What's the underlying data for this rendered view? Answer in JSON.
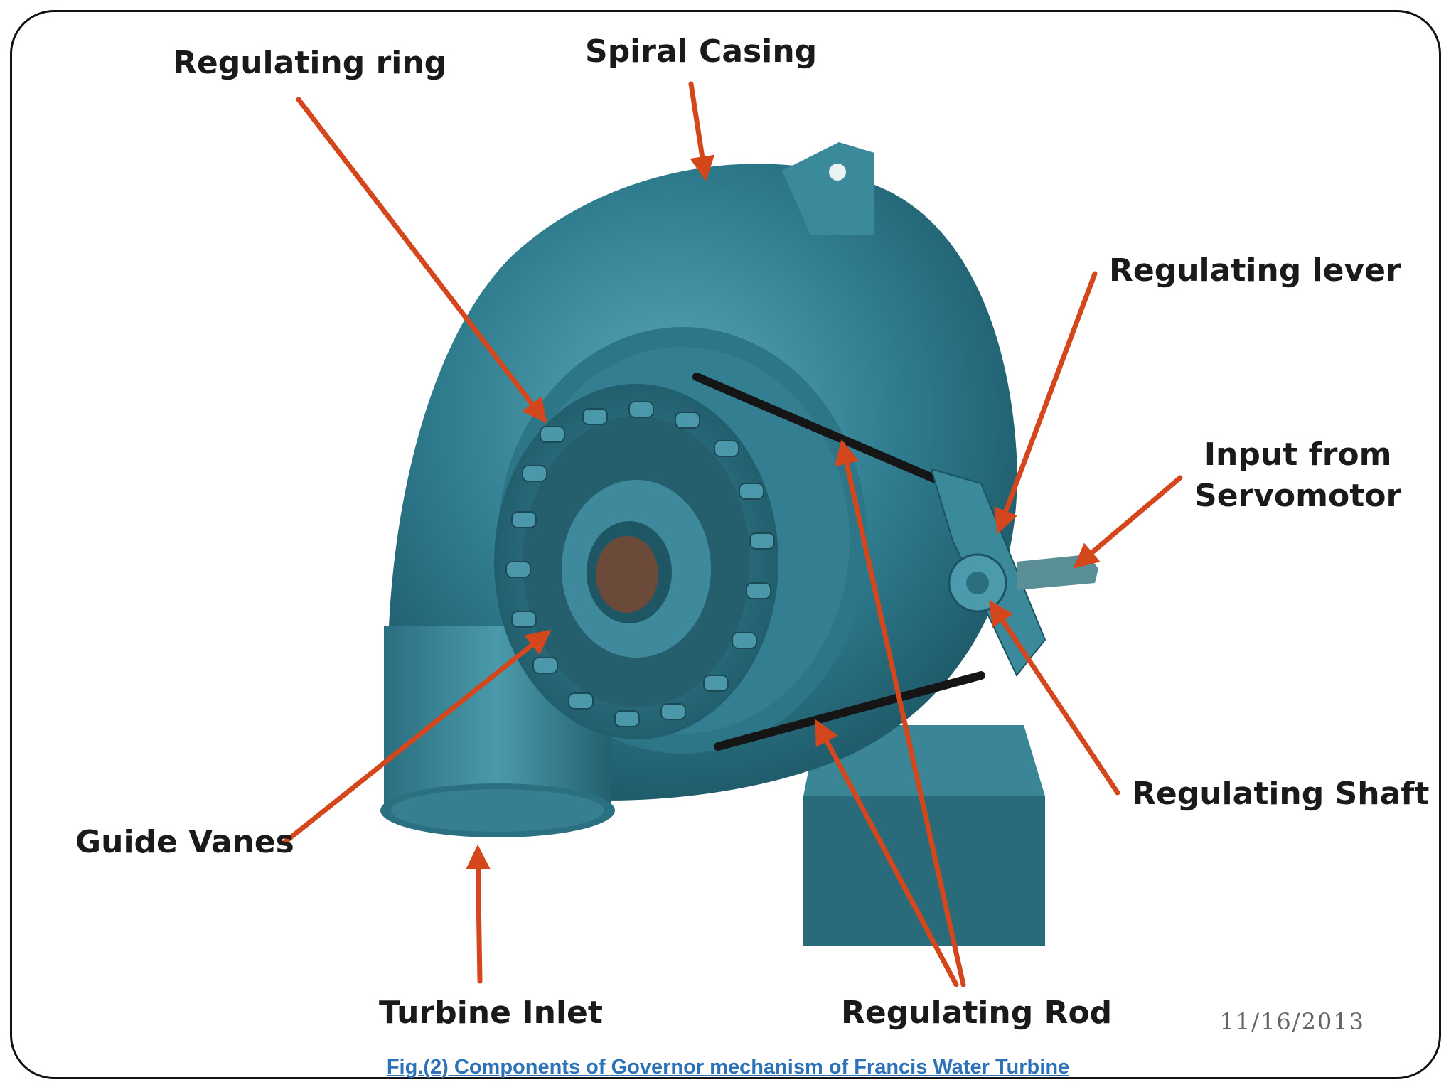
{
  "diagram": {
    "labels": {
      "regulating_ring": "Regulating ring",
      "spiral_casing": "Spiral Casing",
      "regulating_lever": "Regulating lever",
      "input_from_servomotor_line1": "Input from",
      "input_from_servomotor_line2": "Servomotor",
      "regulating_shaft": "Regulating Shaft",
      "guide_vanes": "Guide Vanes",
      "turbine_inlet": "Turbine Inlet",
      "regulating_rod": "Regulating Rod"
    },
    "caption": "Fig.(2) Components of Governor mechanism of Francis Water Turbine",
    "date": "11/16/2013"
  },
  "colors": {
    "arrow": "#d4461b",
    "turbine_body": "#2f7d8f",
    "caption": "#2d72b8",
    "text": "#1a1a1a"
  }
}
